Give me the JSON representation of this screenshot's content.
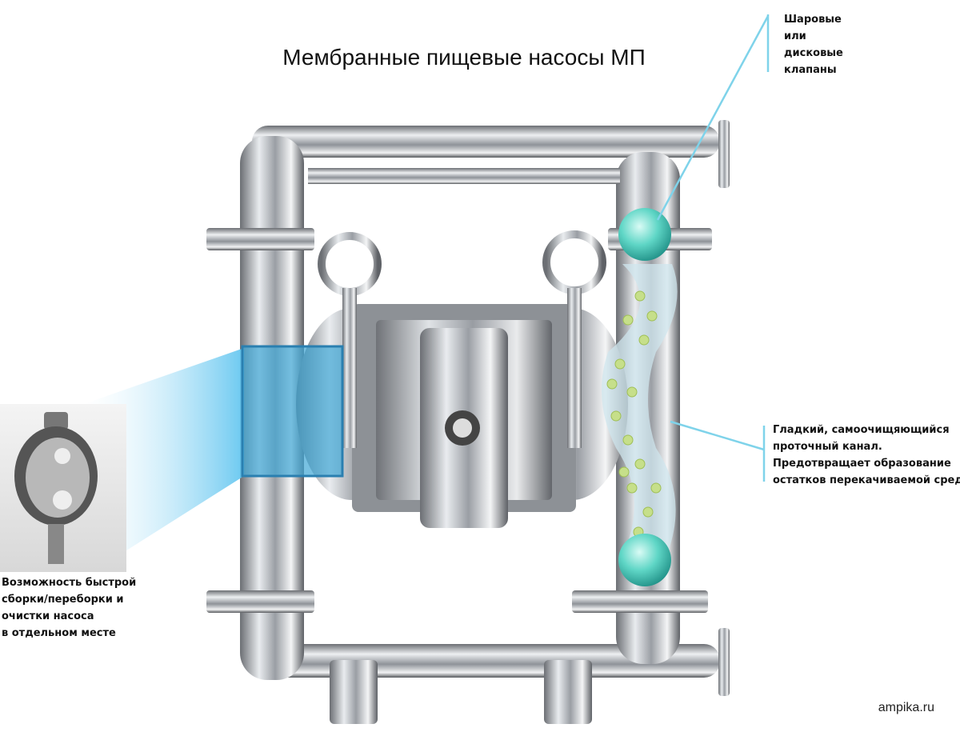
{
  "title": "Мембранные пищевые насосы МП",
  "callouts": {
    "valves": [
      "Шаровые",
      "или",
      "дисковые",
      "клапаны"
    ],
    "channel": [
      "Гладкий, самоочищяющийся",
      "проточный канал.",
      "Предотвращает образование",
      "остатков перекачиваемой среды"
    ],
    "assembly": [
      "Возможность быстрой",
      "сборки/переборки и",
      "очистки насоса",
      "в отдельном месте"
    ]
  },
  "brand": "ampika.ru",
  "colors": {
    "accent": "#7fd3ea",
    "ball": "#5fd6c6",
    "highlight_box": "#3fa6d6"
  }
}
